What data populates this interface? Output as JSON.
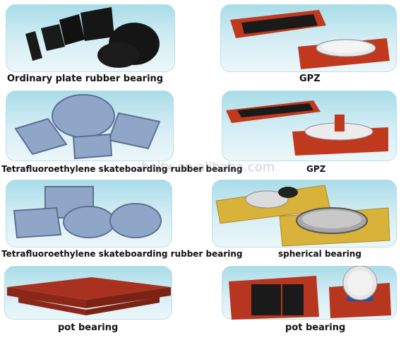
{
  "captions": {
    "c1": "Ordinary plate rubber bearing",
    "c2": "GPZ",
    "c3": "Tetrafluoroethylene skateboarding rubber bearing",
    "c4": "GPZ",
    "c5": "Tetrafluoroethylene skateboarding rubber bearing",
    "c6": "spherical bearing",
    "c7": "pot bearing",
    "c8": "pot bearing"
  },
  "watermark": "hejtx.en.alibaba.com",
  "colors": {
    "tile_top": "#a8dce8",
    "rubber_black": "#1a1a1a",
    "ptfe_blue": "#8fa6c8",
    "steel_red": "#c0391f",
    "pot_red": "#a8321f"
  }
}
